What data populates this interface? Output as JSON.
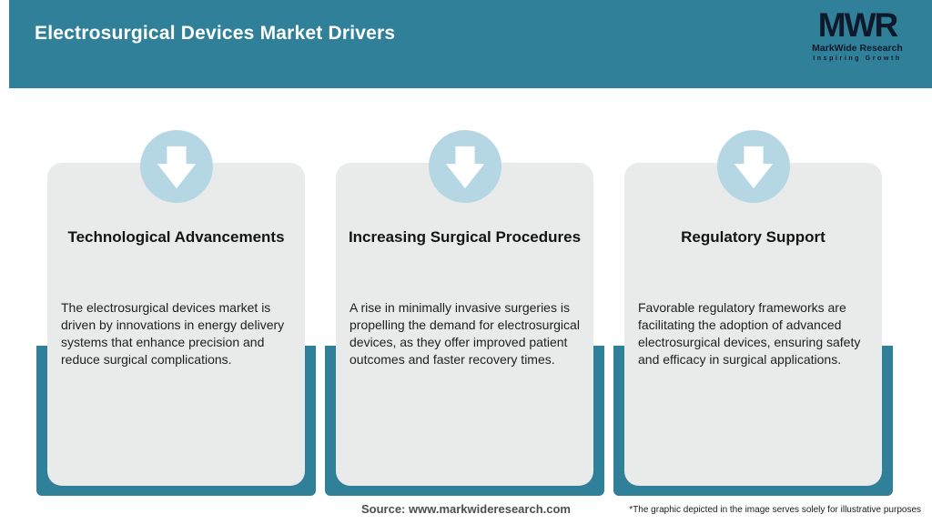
{
  "header": {
    "title": "Electrosurgical Devices Market Drivers",
    "logo": {
      "acronym": "MWR",
      "name": "MarkWide Research",
      "tagline": "Inspiring Growth"
    }
  },
  "cards": [
    {
      "icon": "arrow-down-icon",
      "title": "Technological Advancements",
      "description": "The electrosurgical devices market is driven by innovations in energy delivery systems that enhance precision and reduce surgical complications."
    },
    {
      "icon": "arrow-down-icon",
      "title": "Increasing Surgical Procedures",
      "description": "A rise in minimally invasive surgeries is propelling the demand for electrosurgical devices, as they offer improved patient outcomes and faster recovery times."
    },
    {
      "icon": "arrow-down-icon",
      "title": "Regulatory Support",
      "description": "Favorable regulatory frameworks are facilitating the adoption of advanced electrosurgical devices, ensuring safety and efficacy in surgical applications."
    }
  ],
  "footer": {
    "source": "Source: www.markwideresearch.com",
    "disclaimer": "*The graphic depicted in the image serves solely for illustrative purposes"
  },
  "colors": {
    "teal": "#2F8098",
    "circle_blue": "#B5D7E4",
    "card_bg": "#E9EBEA",
    "logo_navy": "#0E1A2B"
  }
}
